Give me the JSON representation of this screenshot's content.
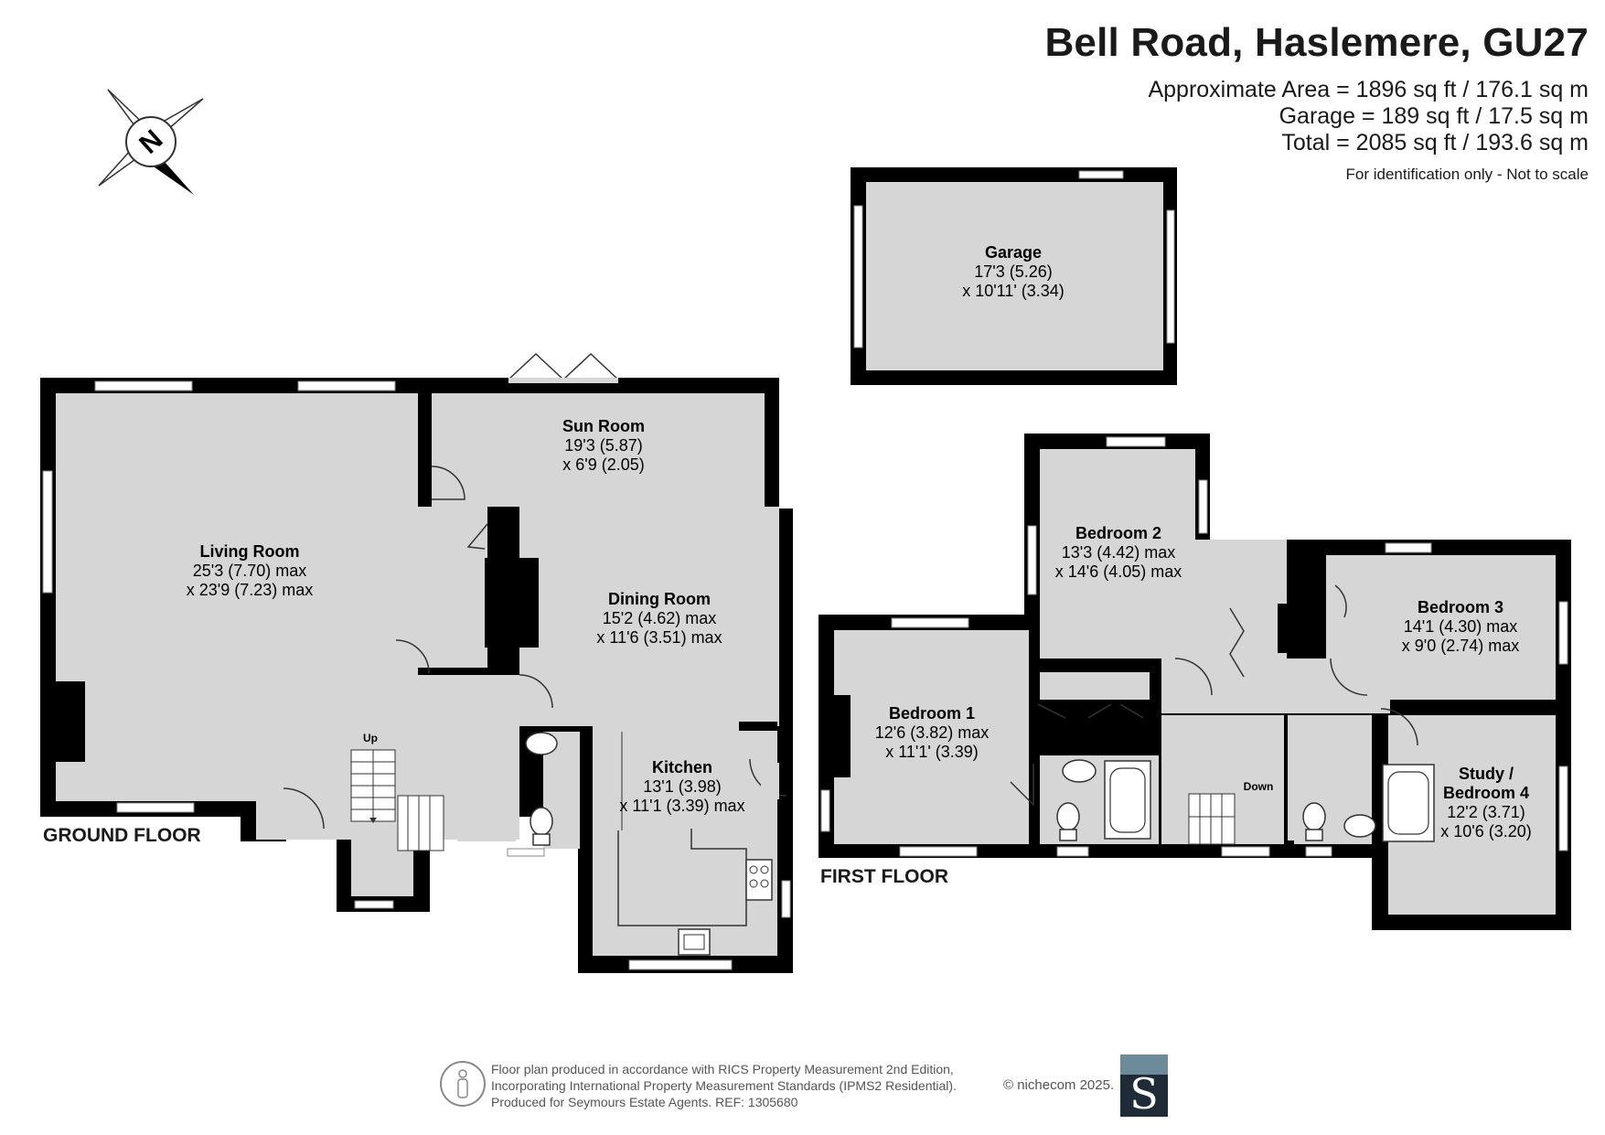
{
  "header": {
    "title": "Bell Road, Haslemere, GU27",
    "area_approx": "Approximate Area = 1896 sq ft / 176.1 sq m",
    "area_garage": "Garage = 189 sq ft / 17.5 sq m",
    "area_total": "Total = 2085 sq ft / 193.6 sq m",
    "disclaimer": "For identification only - Not to scale"
  },
  "compass": {
    "letter": "N"
  },
  "floors": {
    "ground": "GROUND FLOOR",
    "first": "FIRST FLOOR"
  },
  "rooms": {
    "garage": {
      "name": "Garage",
      "dim1": "17'3 (5.26)",
      "dim2": "x 10'11' (3.34)"
    },
    "sun_room": {
      "name": "Sun Room",
      "dim1": "19'3 (5.87)",
      "dim2": "x 6'9 (2.05)"
    },
    "living_room": {
      "name": "Living Room",
      "dim1": "25'3 (7.70) max",
      "dim2": "x 23'9 (7.23) max"
    },
    "dining_room": {
      "name": "Dining Room",
      "dim1": "15'2 (4.62) max",
      "dim2": "x 11'6 (3.51) max"
    },
    "kitchen": {
      "name": "Kitchen",
      "dim1": "13'1 (3.98)",
      "dim2": "x 11'1 (3.39) max"
    },
    "bedroom_1": {
      "name": "Bedroom 1",
      "dim1": "12'6 (3.82) max",
      "dim2": "x 11'1' (3.39)"
    },
    "bedroom_2": {
      "name": "Bedroom 2",
      "dim1": "13'3 (4.42) max",
      "dim2": "x 14'6 (4.05) max"
    },
    "bedroom_3": {
      "name": "Bedroom 3",
      "dim1": "14'1 (4.30) max",
      "dim2": "x 9'0 (2.74) max"
    },
    "study": {
      "name": "Study /",
      "name2": "Bedroom 4",
      "dim1": "12'2 (3.71)",
      "dim2": "x 10'6 (3.20)"
    }
  },
  "stairs": {
    "up": "Up",
    "down": "Down"
  },
  "footer": {
    "line1": "Floor plan produced in accordance with RICS Property Measurement 2nd Edition,",
    "line2": "Incorporating International Property Measurement Standards (IPMS2 Residential).",
    "line3": "Produced for Seymours Estate Agents.   REF: 1305680",
    "brand": "© nichecom 2025.",
    "logo_letter": "S"
  },
  "colors": {
    "wall": "#000000",
    "floor": "#d6d6d6",
    "fixture": "#ffffff"
  }
}
